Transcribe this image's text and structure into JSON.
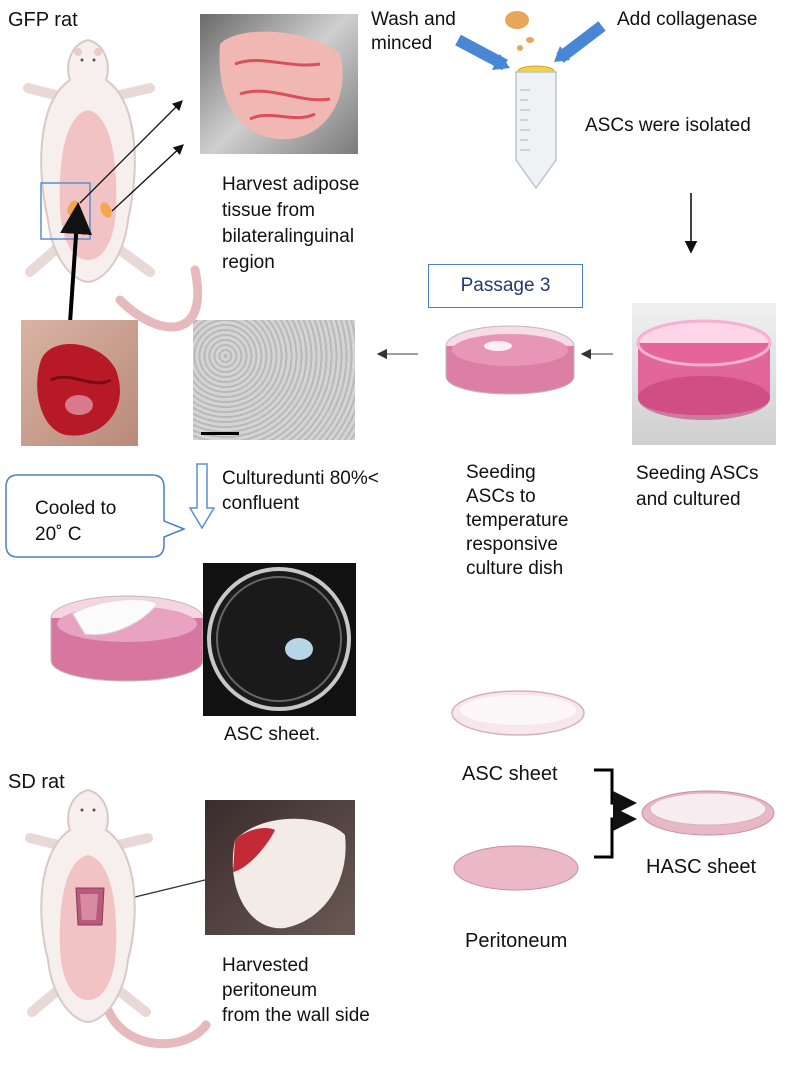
{
  "labels": {
    "gfp_rat": "GFP rat",
    "wash_minced": "Wash and\nminced",
    "add_collagenase": "Add collagenase",
    "ascs_isolated": "ASCs were isolated",
    "harvest_adipose": "Harvest adipose\ntissue from\nbilateralinguinal\nregion",
    "passage": "Passage 3",
    "cultured_until": "Culturedunti  80%<\nconfluent",
    "cooled": "Cooled to\n20˚ C",
    "seeding_temp": "Seeding\nASCs to\ntemperature\nresponsive\nculture dish",
    "seeding_cultured": "Seeding ASCs\nand cultured",
    "asc_sheet_caption": "ASC sheet.",
    "sd_rat": "SD rat",
    "asc_sheet": "ASC sheet",
    "hasc_sheet": "HASC sheet",
    "peritoneum": "Peritoneum",
    "harvested_peritoneum": "Harvested\nperitoneum\nfrom the wall side"
  },
  "colors": {
    "rat_body": "#f4ecea",
    "rat_pink": "#f2c3c5",
    "medium_pink": "#d8789a",
    "callout_border": "#4a7fc1",
    "arrow_blue": "#4a86d6",
    "tissue_red": "#c02030"
  }
}
